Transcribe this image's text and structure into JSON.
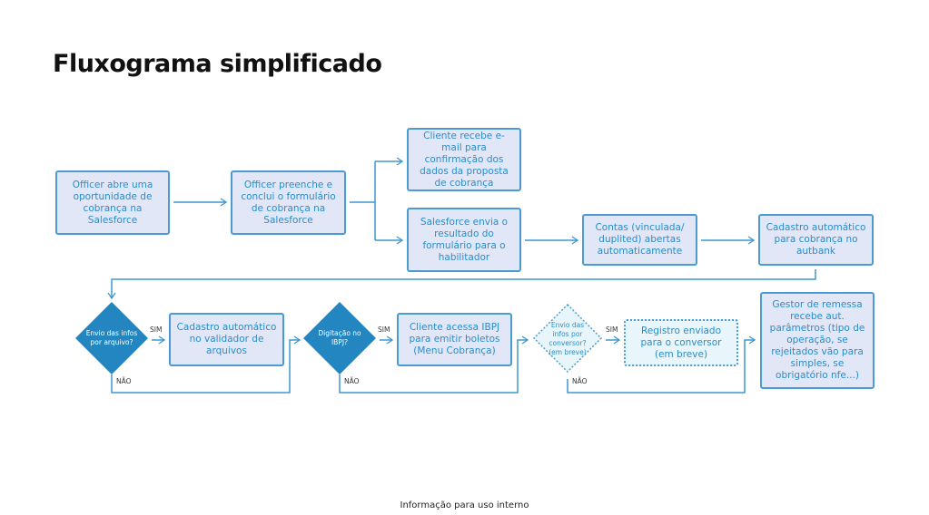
{
  "title": "Fluxograma simplificado",
  "boxes": {
    "b1": "Officer abre uma oportunidade de cobrança na Salesforce",
    "b2": "Officer preenche e conclui o formulário de cobrança na Salesforce",
    "b3": "Cliente recebe e-mail para confirmação dos dados da proposta de cobrança",
    "b4": "Salesforce envia o resultado do formulário para o habilitador",
    "b5": "Contas (vinculada/ duplited) abertas automaticamente",
    "b6": "Cadastro automático para cobrança no autbank",
    "b7": "Cadastro automático no validador de arquivos",
    "b8": "Cliente acessa IBPJ para emitir boletos (Menu Cobrança)",
    "b9": "Registro enviado para o conversor (em breve)",
    "b10": "Gestor de remessa recebe aut. parâmetros (tipo de operação, se rejeitados vão para simples, se obrigatório nfe...)"
  },
  "decisions": {
    "d1": "Envio das infos por arquivo?",
    "d2": "Digitação no IBPJ?",
    "d3": "Envio das infos por conversor? (em breve)"
  },
  "labels": {
    "yes": "SIM",
    "no": "NÃO"
  },
  "footer": "Informação para uso interno",
  "colors": {
    "box_fill": "#e1e7f7",
    "border": "#4a9bd1",
    "text": "#2a8ccc",
    "diamond": "#2386c0"
  }
}
